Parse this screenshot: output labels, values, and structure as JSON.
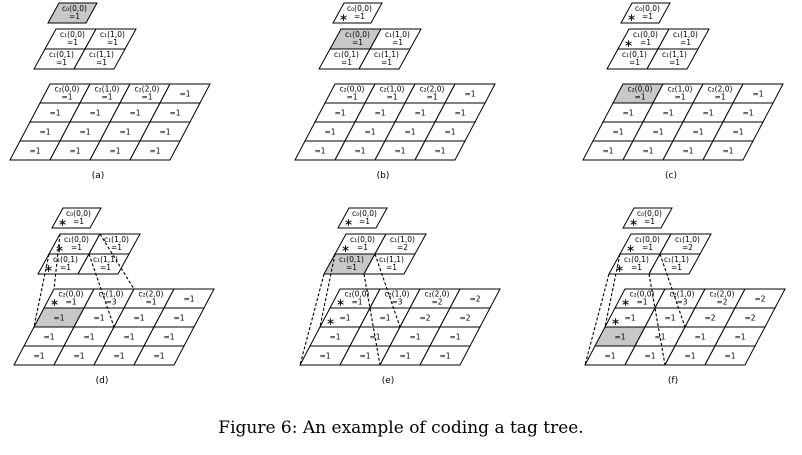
{
  "caption": "Figure 6: An example of coding a tag tree.",
  "panels": [
    {
      "label": "(a)",
      "l0": [
        [
          "c₀(0,0)\n=1"
        ]
      ],
      "l1": [
        [
          "c₁(0,0)\n=1",
          "c₁(1,0)\n=1"
        ],
        [
          "c₁(0,1)\n=1",
          "c₁(1,1)\n=1"
        ]
      ],
      "l2": [
        [
          "c₂(0,0)\n=1",
          "c₂(1,0)\n=1",
          "c₂(2,0)\n=1",
          "=1"
        ],
        [
          "=1",
          "=1",
          "=1",
          "=1"
        ],
        [
          "=1",
          "=1",
          "=1",
          "=1"
        ],
        [
          "=1",
          "=1",
          "=1",
          "=1"
        ]
      ],
      "shaded": [
        [
          0,
          0,
          0
        ]
      ],
      "stars": [],
      "dashed": []
    },
    {
      "label": "(b)",
      "l0": [
        [
          "c₀(0,0)\n=1"
        ]
      ],
      "l1": [
        [
          "c₁(0,0)\n=1",
          "c₁(1,0)\n=1"
        ],
        [
          "c₁(0,1)\n=1",
          "c₁(1,1)\n=1"
        ]
      ],
      "l2": [
        [
          "c₂(0,0)\n=1",
          "c₂(1,0)\n=1",
          "c₂(2,0)\n=1",
          "=1"
        ],
        [
          "=1",
          "=1",
          "=1",
          "=1"
        ],
        [
          "=1",
          "=1",
          "=1",
          "=1"
        ],
        [
          "=1",
          "=1",
          "=1",
          "=1"
        ]
      ],
      "shaded": [
        [
          1,
          0,
          0
        ]
      ],
      "stars": [
        [
          0,
          0,
          0
        ]
      ],
      "dashed": []
    },
    {
      "label": "(c)",
      "l0": [
        [
          "c₀(0,0)\n=1"
        ]
      ],
      "l1": [
        [
          "c₁(0,0)\n=1",
          "c₁(1,0)\n=1"
        ],
        [
          "c₁(0,1)\n=1",
          "c₁(1,1)\n=1"
        ]
      ],
      "l2": [
        [
          "c₂(0,0)\n=1",
          "c₂(1,0)\n=1",
          "c₂(2,0)\n=1",
          "=1"
        ],
        [
          "=1",
          "=1",
          "=1",
          "=1"
        ],
        [
          "=1",
          "=1",
          "=1",
          "=1"
        ],
        [
          "=1",
          "=1",
          "=1",
          "=1"
        ]
      ],
      "shaded": [
        [
          2,
          0,
          0
        ]
      ],
      "stars": [
        [
          0,
          0,
          0
        ],
        [
          1,
          0,
          0
        ]
      ],
      "dashed": []
    },
    {
      "label": "(d)",
      "l0": [
        [
          "c₀(0,0)\n=1"
        ]
      ],
      "l1": [
        [
          "c₁(0,0)\n=1",
          "c₁(1,0)\n=1"
        ],
        [
          "c₁(0,1)\n=1",
          "c₁(1,1)\n=1"
        ]
      ],
      "l2": [
        [
          "c₂(0,0)\n=1",
          "c₂(1,0)\n=3",
          "c₂(2,0)\n=1",
          "=1"
        ],
        [
          "=1",
          "=1",
          "=1",
          "=1"
        ],
        [
          "=1",
          "=1",
          "=1",
          "=1"
        ],
        [
          "=1",
          "=1",
          "=1",
          "=1"
        ]
      ],
      "shaded": [
        [
          2,
          0,
          1
        ]
      ],
      "stars": [
        [
          0,
          0,
          0
        ],
        [
          1,
          0,
          0
        ],
        [
          1,
          0,
          1
        ],
        [
          2,
          0,
          0
        ]
      ],
      "dashed": [
        [
          1,
          0,
          0
        ]
      ]
    },
    {
      "label": "(e)",
      "l0": [
        [
          "c₀(0,0)\n=1"
        ]
      ],
      "l1": [
        [
          "c₁(0,0)\n=1",
          "c₁(1,0)\n=2"
        ],
        [
          "c₁(0,1)\n=1",
          "c₁(1,1)\n=1"
        ]
      ],
      "l2": [
        [
          "c₂(0,0)\n=1",
          "c₂(1,0)\n=3",
          "c₂(2,0)\n=2",
          "=2"
        ],
        [
          "=1",
          "=1",
          "=2",
          "=2"
        ],
        [
          "=1",
          "=1",
          "=1",
          "=1"
        ],
        [
          "=1",
          "=1",
          "=1",
          "=1"
        ]
      ],
      "shaded": [
        [
          1,
          0,
          1
        ]
      ],
      "stars": [
        [
          0,
          0,
          0
        ],
        [
          1,
          0,
          0
        ],
        [
          2,
          0,
          0
        ],
        [
          2,
          0,
          1
        ]
      ],
      "dashed": [
        [
          1,
          0,
          1
        ]
      ]
    },
    {
      "label": "(f)",
      "l0": [
        [
          "c₀(0,0)\n=1"
        ]
      ],
      "l1": [
        [
          "c₁(0,0)\n=1",
          "c₁(1,0)\n=2"
        ],
        [
          "c₁(0,1)\n=1",
          "c₁(1,1)\n=1"
        ]
      ],
      "l2": [
        [
          "c₂(0,0)\n=1",
          "c₂(1,0)\n=3",
          "c₂(2,0)\n=2",
          "=2"
        ],
        [
          "=1",
          "=1",
          "=2",
          "=2"
        ],
        [
          "=1",
          "=1",
          "=1",
          "=1"
        ],
        [
          "=1",
          "=1",
          "=1",
          "=1"
        ]
      ],
      "shaded": [
        [
          2,
          0,
          2
        ]
      ],
      "stars": [
        [
          0,
          0,
          0
        ],
        [
          1,
          0,
          0
        ],
        [
          1,
          0,
          1
        ],
        [
          2,
          0,
          0
        ],
        [
          2,
          0,
          1
        ]
      ],
      "dashed": [
        [
          1,
          0,
          1
        ]
      ]
    }
  ]
}
